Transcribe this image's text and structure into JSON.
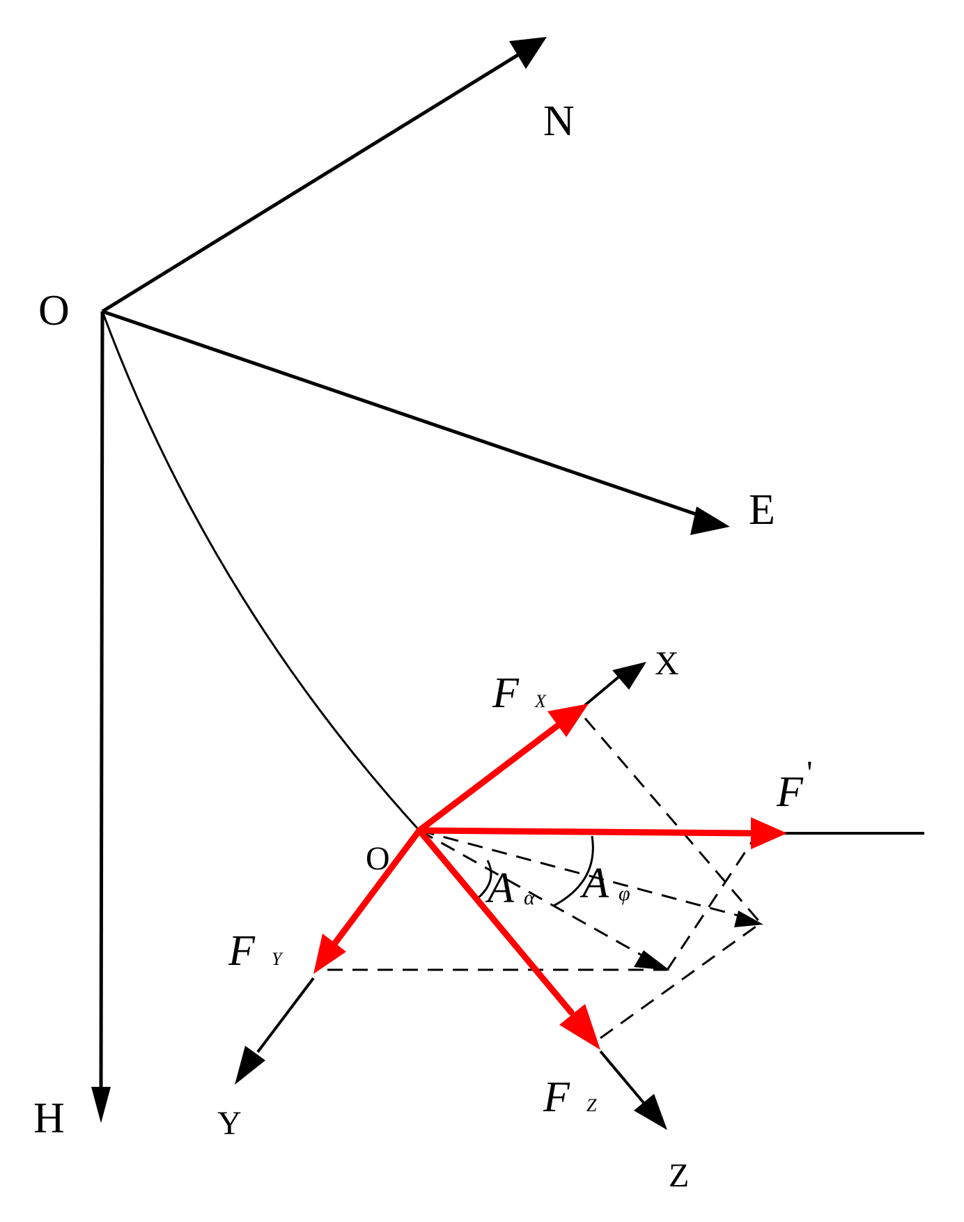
{
  "colors": {
    "frame_axes": "#000000",
    "force_vectors": "#ff0000",
    "background": "#ffffff"
  },
  "labels": {
    "origin_top": "O",
    "north": "N",
    "east": "E",
    "depth": "H",
    "origin_local": "O",
    "axis_x": "X",
    "axis_y": "Y",
    "axis_z": "Z",
    "force_main": "F",
    "force_main_prime": "'",
    "force_x": "F",
    "force_x_sub": "X",
    "force_y": "F",
    "force_y_sub": "Y",
    "force_z": "F",
    "force_z_sub": "Z",
    "angle_alpha": "A",
    "angle_alpha_sub": "α",
    "angle_phi": "A",
    "angle_phi_sub": "φ"
  }
}
